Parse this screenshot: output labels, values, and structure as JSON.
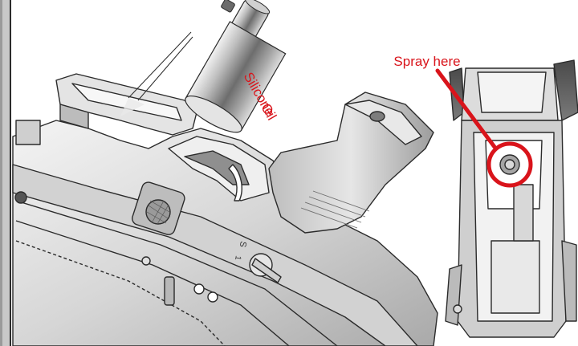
{
  "callouts": {
    "spray_label": "Spray here",
    "can_label_line1": "Silicone",
    "can_label_line2": "Oil"
  },
  "colors": {
    "accent_red": "#d9141b",
    "panel_gray": "#c8c8c8",
    "outline": "#2b2b2b",
    "metal_light": "#e9e9e9",
    "metal_mid": "#c9c9c9",
    "metal_dark": "#8d8d8d"
  }
}
